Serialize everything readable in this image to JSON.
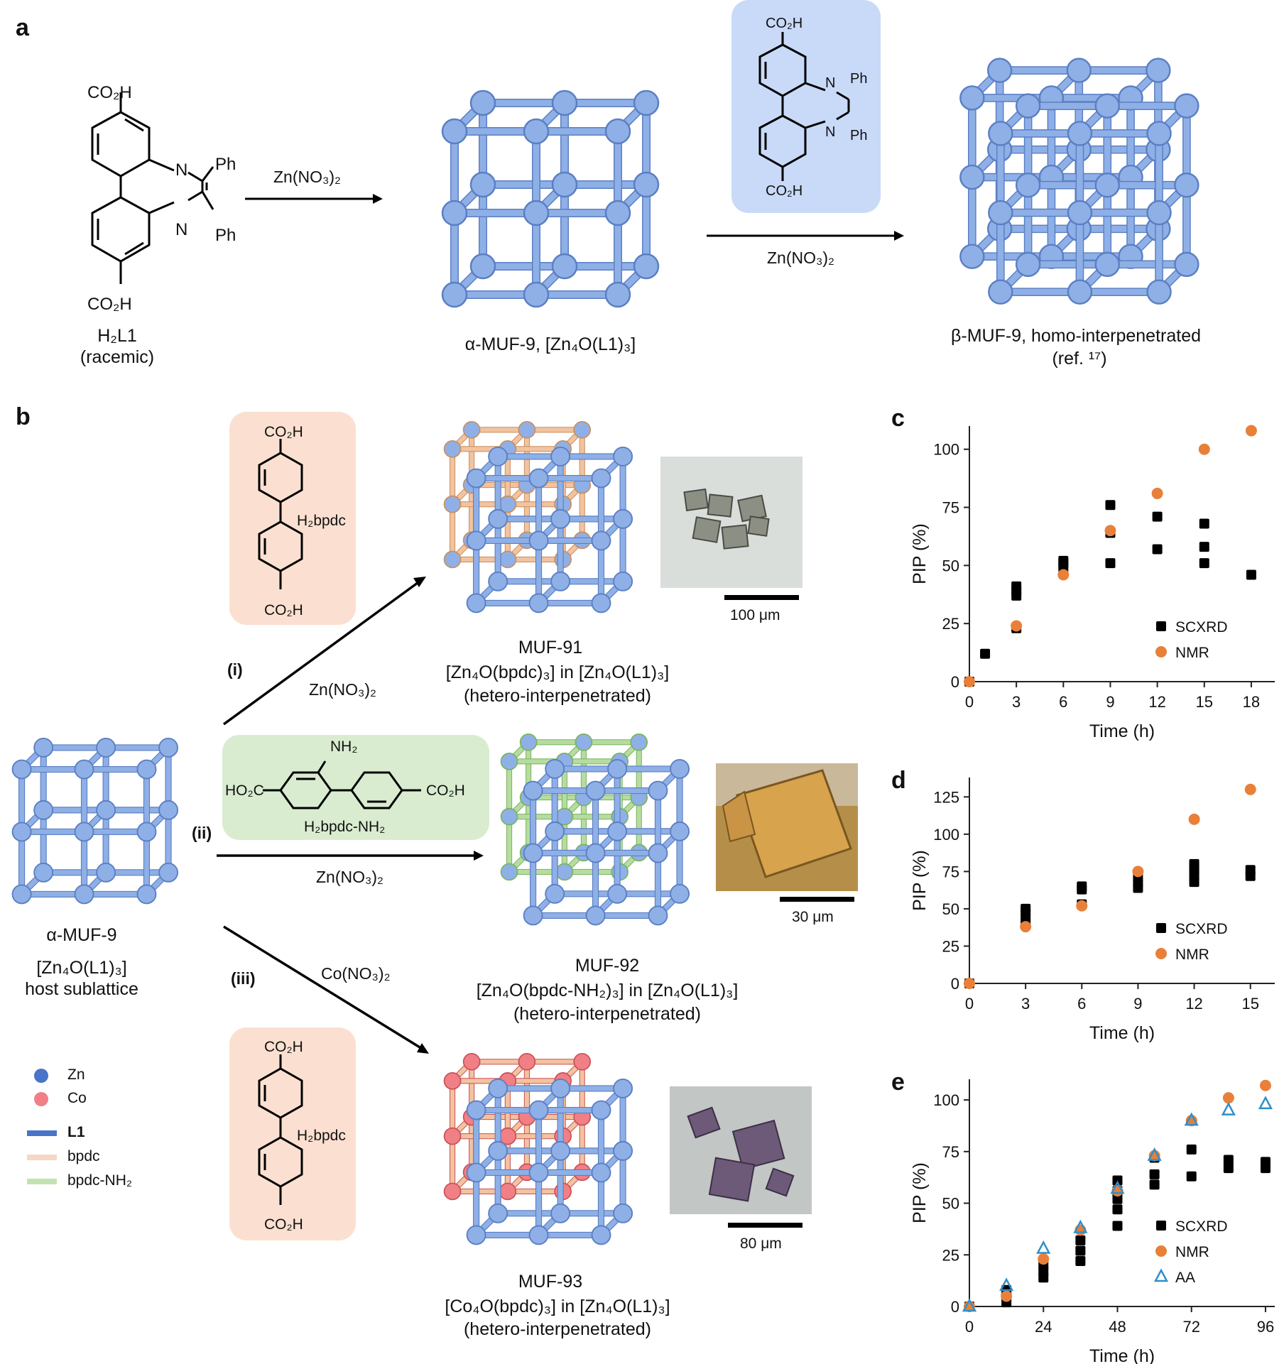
{
  "panels": {
    "a": "a",
    "b": "b",
    "c": "c",
    "d": "d",
    "e": "e"
  },
  "colors": {
    "framework_blue": "#8fb0e6",
    "framework_blue_dark": "#5b7fc4",
    "bpdc_orange": "#f2c39f",
    "bpdc_nh2_green": "#b6dca0",
    "co_red": "#f07f86",
    "nmr_orange": "#e8803a",
    "aa_blue": "#2f8fc9",
    "box_blue": "#c9daf8",
    "box_orange": "#fbe0d1",
    "box_green": "#d9ecd0"
  },
  "panel_a": {
    "ligand_label": "H₂L1",
    "ligand_note": "(racemic)",
    "co2h_top": "CO₂H",
    "co2h_bottom": "CO₂H",
    "ph1": "Ph",
    "ph2": "Ph",
    "n1": "N",
    "n2": "N",
    "reagent1": "Zn(NO₃)₂",
    "reagent2": "Zn(NO₃)₂",
    "alpha_label": "α-MUF-9, [Zn₄O(L1)₃]",
    "beta_label": "β-MUF-9, homo-interpenetrated",
    "beta_ref": "(ref. ¹⁷)"
  },
  "panel_b": {
    "host_label": "α-MUF-9",
    "host_formula": "[Zn₄O(L1)₃]",
    "host_note": "host sublattice",
    "route1": "(i)",
    "route2": "(ii)",
    "route3": "(iii)",
    "reagent_i": "Zn(NO₃)₂",
    "reagent_ii": "Zn(NO₃)₂",
    "reagent_iii": "Co(NO₃)₂",
    "h2bpdc": "H₂bpdc",
    "h2bpdc_nh2": "H₂bpdc-NH₂",
    "ho2c": "HO₂C",
    "nh2": "NH₂",
    "muf91_name": "MUF-91",
    "muf91_formula": "[Zn₄O(bpdc)₃] in [Zn₄O(L1)₃]",
    "muf91_note": "(hetero-interpenetrated)",
    "muf92_name": "MUF-92",
    "muf92_formula": "[Zn₄O(bpdc-NH₂)₃] in [Zn₄O(L1)₃]",
    "muf92_note": "(hetero-interpenetrated)",
    "muf93_name": "MUF-93",
    "muf93_formula": "[Co₄O(bpdc)₃] in [Zn₄O(L1)₃]",
    "muf93_note": "(hetero-interpenetrated)",
    "scale1": "100 μm",
    "scale2": "30 μm",
    "scale3": "80 μm",
    "legend": [
      {
        "label": "Zn",
        "color": "#4a74c9",
        "kind": "dot"
      },
      {
        "label": "Co",
        "color": "#f07f86",
        "kind": "dot"
      },
      {
        "label": "L1",
        "color": "#4a74c9",
        "kind": "bar",
        "bold": true
      },
      {
        "label": "bpdc",
        "color": "#f6d7c4",
        "kind": "bar"
      },
      {
        "label": "bpdc-NH₂",
        "color": "#c3e2b2",
        "kind": "bar"
      }
    ]
  },
  "chart_data": [
    {
      "panel": "c",
      "type": "scatter",
      "xlabel": "Time (h)",
      "ylabel": "PIP (%)",
      "xlim": [
        0,
        19.5
      ],
      "ylim": [
        0,
        110
      ],
      "xticks": [
        0,
        3,
        6,
        9,
        12,
        15,
        18
      ],
      "yticks": [
        0,
        25,
        50,
        75,
        100
      ],
      "legend_position": "bottom-right",
      "series": [
        {
          "name": "SCXRD",
          "marker": "square",
          "color": "#000000",
          "points": [
            [
              0,
              0
            ],
            [
              1,
              12
            ],
            [
              3,
              23
            ],
            [
              3,
              37
            ],
            [
              3,
              39
            ],
            [
              3,
              41
            ],
            [
              6,
              49
            ],
            [
              6,
              51
            ],
            [
              6,
              52
            ],
            [
              9,
              51
            ],
            [
              9,
              64
            ],
            [
              9,
              76
            ],
            [
              12,
              57
            ],
            [
              12,
              71
            ],
            [
              15,
              51
            ],
            [
              15,
              58
            ],
            [
              15,
              68
            ],
            [
              18,
              46
            ]
          ]
        },
        {
          "name": "NMR",
          "marker": "circle",
          "color": "#e8803a",
          "points": [
            [
              0,
              0
            ],
            [
              3,
              24
            ],
            [
              6,
              46
            ],
            [
              9,
              65
            ],
            [
              12,
              81
            ],
            [
              15,
              100
            ],
            [
              18,
              108
            ]
          ]
        }
      ]
    },
    {
      "panel": "d",
      "type": "scatter",
      "xlabel": "Time (h)",
      "ylabel": "PIP (%)",
      "xlim": [
        0,
        16.3
      ],
      "ylim": [
        0,
        138
      ],
      "xticks": [
        0,
        3,
        6,
        9,
        12,
        15
      ],
      "yticks": [
        0,
        25,
        50,
        75,
        100,
        125
      ],
      "legend_position": "bottom-right",
      "series": [
        {
          "name": "SCXRD",
          "marker": "square",
          "color": "#000000",
          "points": [
            [
              0,
              0
            ],
            [
              3,
              41
            ],
            [
              3,
              44
            ],
            [
              3,
              48
            ],
            [
              3,
              50
            ],
            [
              6,
              53
            ],
            [
              6,
              63
            ],
            [
              6,
              65
            ],
            [
              9,
              64
            ],
            [
              9,
              67
            ],
            [
              9,
              71
            ],
            [
              12,
              68
            ],
            [
              12,
              72
            ],
            [
              12,
              75
            ],
            [
              12,
              78
            ],
            [
              12,
              80
            ],
            [
              15,
              72
            ],
            [
              15,
              76
            ]
          ]
        },
        {
          "name": "NMR",
          "marker": "circle",
          "color": "#e8803a",
          "points": [
            [
              0,
              0
            ],
            [
              3,
              38
            ],
            [
              6,
              52
            ],
            [
              9,
              75
            ],
            [
              12,
              110
            ],
            [
              15,
              130
            ]
          ]
        }
      ]
    },
    {
      "panel": "e",
      "type": "scatter",
      "xlabel": "Time (h)",
      "ylabel": "PIP (%)",
      "xlim": [
        0,
        99
      ],
      "ylim": [
        0,
        110
      ],
      "xticks": [
        0,
        24,
        48,
        72,
        96
      ],
      "yticks": [
        0,
        25,
        50,
        75,
        100
      ],
      "legend_position": "bottom-right",
      "series": [
        {
          "name": "SCXRD",
          "marker": "square",
          "color": "#000000",
          "points": [
            [
              0,
              0
            ],
            [
              12,
              2
            ],
            [
              12,
              5
            ],
            [
              12,
              8
            ],
            [
              24,
              14
            ],
            [
              24,
              17
            ],
            [
              24,
              20
            ],
            [
              36,
              22
            ],
            [
              36,
              27
            ],
            [
              36,
              32
            ],
            [
              48,
              39
            ],
            [
              48,
              47
            ],
            [
              48,
              52
            ],
            [
              48,
              56
            ],
            [
              48,
              61
            ],
            [
              60,
              59
            ],
            [
              60,
              64
            ],
            [
              60,
              72
            ],
            [
              72,
              63
            ],
            [
              72,
              76
            ],
            [
              84,
              67
            ],
            [
              84,
              71
            ],
            [
              96,
              67
            ],
            [
              96,
              70
            ]
          ]
        },
        {
          "name": "NMR",
          "marker": "circle",
          "color": "#e8803a",
          "points": [
            [
              0,
              0
            ],
            [
              12,
              5
            ],
            [
              24,
              23
            ],
            [
              36,
              37
            ],
            [
              48,
              56
            ],
            [
              60,
              73
            ],
            [
              72,
              90
            ],
            [
              84,
              101
            ],
            [
              96,
              107
            ]
          ]
        },
        {
          "name": "AA",
          "marker": "triangle",
          "color": "#2f8fc9",
          "points": [
            [
              0,
              0
            ],
            [
              12,
              10
            ],
            [
              24,
              28
            ],
            [
              36,
              38
            ],
            [
              48,
              57
            ],
            [
              60,
              73
            ],
            [
              72,
              90
            ],
            [
              84,
              95
            ],
            [
              96,
              98
            ]
          ]
        }
      ]
    }
  ]
}
